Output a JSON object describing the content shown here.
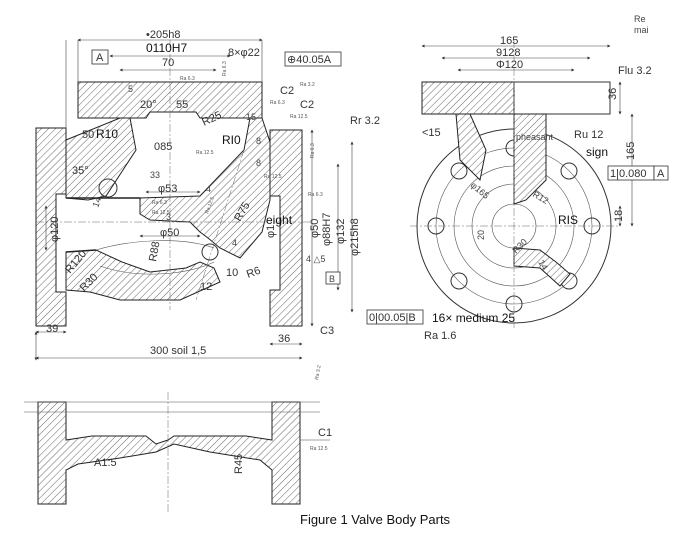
{
  "caption": "Figure 1 Valve Body Parts",
  "corner_note": [
    "Re",
    "mai"
  ],
  "main_view": {
    "dims": {
      "d205": "•205h8",
      "d110": "0110H7",
      "d70": "70",
      "phi22": "8×φ22",
      "d5": "5",
      "d20": "20°",
      "d55": "55",
      "d50": "50",
      "d35": "35°",
      "d85": "085",
      "d15": "15",
      "d8a": "8",
      "d8b": "8",
      "d33": "33",
      "phi53": "φ53",
      "phi50a": "φ50",
      "phi120": "φ120",
      "r120": "R120",
      "r30": "R30",
      "r88": "R88",
      "r75": "R75",
      "r25": "R25",
      "r6": "R6",
      "d12": "12",
      "d10": "10",
      "d14": "14",
      "d3": "3",
      "d4a": "4",
      "d4b": "4",
      "phi1": "φ1",
      "phi50b": "φ50",
      "phi88": "φ88H7",
      "phi132": "φ132",
      "phi215": "φ215h8",
      "d4_5": "4 △5",
      "d39": "39",
      "d36": "36",
      "d300": "300 soil 1,5"
    },
    "overlay": {
      "r10": "R10",
      "ri0": "RI0",
      "eight": "eight",
      "c2a": "C2",
      "c2b": "C2",
      "c3": "C3",
      "rr32": "Rr 3.2"
    },
    "tolerance_a": "⊕40.05A",
    "datum_a": "A",
    "datum_b": "B",
    "runout_b": "0|00.05|B",
    "ra_marks": [
      "Ra 6.3",
      "Ra 6.3",
      "Ra 6.3",
      "Ra 12.5",
      "Ra 6.3",
      "Ra 3.2",
      "Ra 6.3",
      "Ra 12.5",
      "Ra 6.3",
      "Ra 12.5",
      "Ra 3.2",
      "Ra 12.5",
      "Ra 12.5"
    ]
  },
  "side_view": {
    "dims": {
      "d165a": "165",
      "d128": "9128",
      "phi120": "Φ120",
      "d36": "36",
      "d165b": "165",
      "d18": "18",
      "d15": "<15",
      "phi165": "φ165",
      "r12": "R12",
      "r30": "R30",
      "d20": "20",
      "d14": "14"
    },
    "overlay": {
      "flu32": "Flu 3.2",
      "ru12": "Ru 12",
      "pheasant": "pheasant",
      "sign": "sign",
      "ris": "RIS",
      "holes": "16× medium 25",
      "ra16": "Ra 1.6"
    },
    "tolerance_a": "1|0.080",
    "datum_a": "A"
  },
  "lower_view": {
    "section_label": "A1:5",
    "r45": "R45",
    "c1": "C1",
    "ra": "Ra 12.5"
  }
}
